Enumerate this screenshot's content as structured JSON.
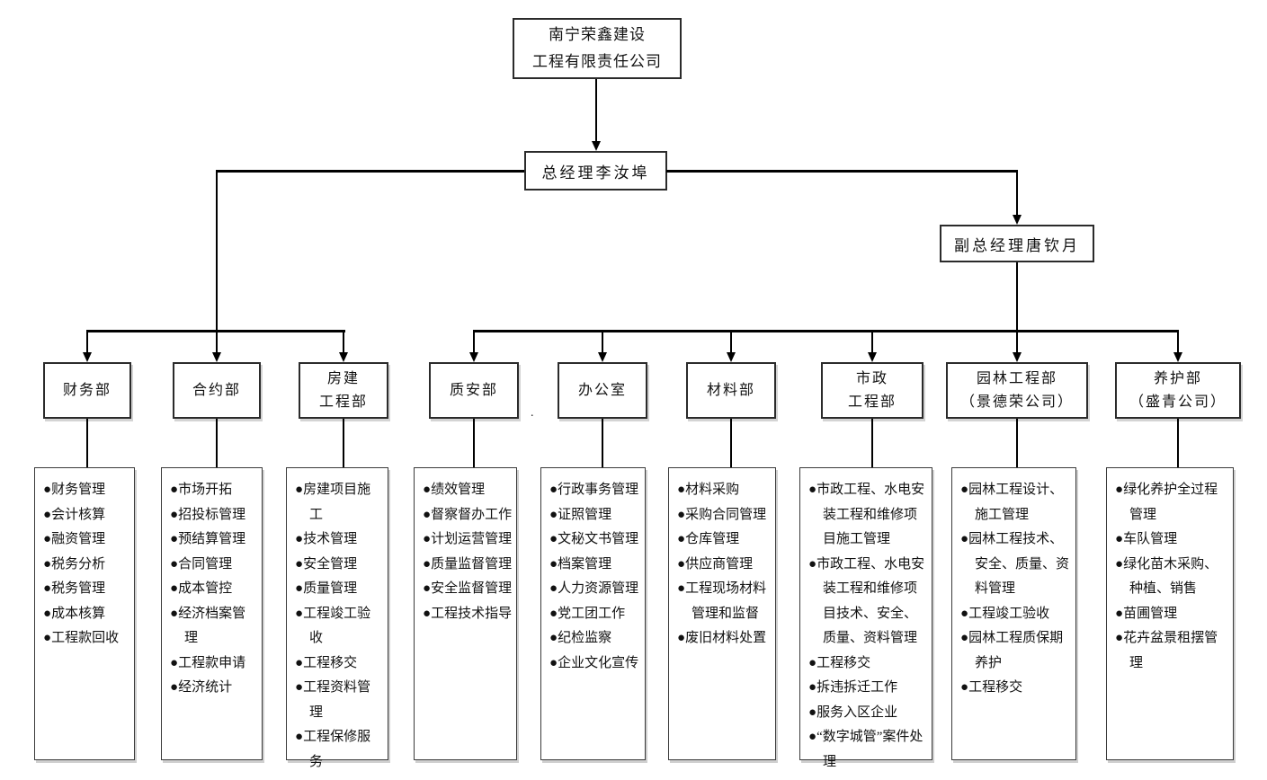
{
  "chart": {
    "type": "org-chart",
    "title_box": {
      "line1": "南宁荣鑫建设",
      "line2": "工程有限责任公司"
    },
    "general_manager": "总经理李汝埠",
    "deputy_manager": "副总经理唐钦月",
    "stray_mark": ".",
    "departments": [
      {
        "name_lines": [
          "财务部"
        ],
        "duties": [
          "财务管理",
          "会计核算",
          "融资管理",
          "税务分析",
          "税务管理",
          "成本核算",
          "工程款回收"
        ]
      },
      {
        "name_lines": [
          "合约部"
        ],
        "duties": [
          "市场开拓",
          "招投标管理",
          "预结算管理",
          "合同管理",
          "成本管控",
          "经济档案管理",
          "工程款申请",
          "经济统计"
        ]
      },
      {
        "name_lines": [
          "房建",
          "工程部"
        ],
        "duties": [
          "房建项目施工",
          "技术管理",
          "安全管理",
          "质量管理",
          "工程竣工验收",
          "工程移交",
          "工程资料管理",
          "工程保修服务"
        ]
      },
      {
        "name_lines": [
          "质安部"
        ],
        "duties": [
          "绩效管理",
          "督察督办工作",
          "计划运营管理",
          "质量监督管理",
          "安全监督管理",
          "工程技术指导"
        ]
      },
      {
        "name_lines": [
          "办公室"
        ],
        "duties": [
          "行政事务管理",
          "证照管理",
          "文秘文书管理",
          "档案管理",
          "人力资源管理",
          "党工团工作",
          "纪检监察",
          "企业文化宣传"
        ]
      },
      {
        "name_lines": [
          "材料部"
        ],
        "duties": [
          "材料采购",
          "采购合同管理",
          "仓库管理",
          "供应商管理",
          "工程现场材料管理和监督",
          "废旧材料处置"
        ]
      },
      {
        "name_lines": [
          "市政",
          "工程部"
        ],
        "duties": [
          "市政工程、水电安装工程和维修项目施工管理",
          "市政工程、水电安装工程和维修项目技术、安全、质量、资料管理",
          "工程移交",
          "拆违拆迁工作",
          "服务入区企业",
          "“数字城管”案件处理"
        ]
      },
      {
        "name_lines": [
          "园林工程部",
          "（景德荣公司）"
        ],
        "duties": [
          "园林工程设计、施工管理",
          "园林工程技术、安全、质量、资料管理",
          "工程竣工验收",
          "园林工程质保期养护",
          "工程移交"
        ]
      },
      {
        "name_lines": [
          "养护部",
          "（盛青公司）"
        ],
        "duties": [
          "绿化养护全过程管理",
          "车队管理",
          "绿化苗木采购、种植、销售",
          "苗圃管理",
          "花卉盆景租摆管理"
        ]
      }
    ]
  }
}
